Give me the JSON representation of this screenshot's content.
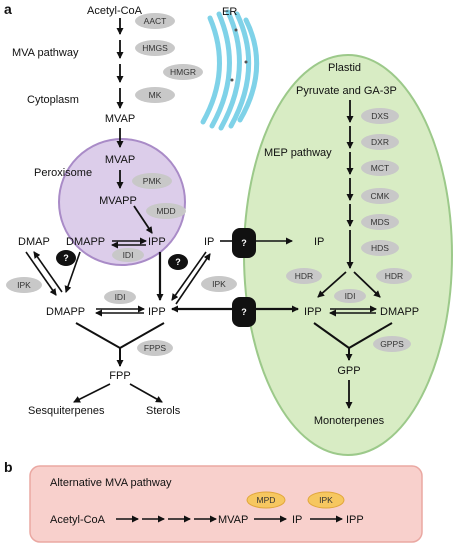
{
  "panel_a": "a",
  "panel_b": "b",
  "cytoplasm": {
    "compartment_label": "Cytoplasm",
    "pathway_label": "MVA pathway",
    "start": "Acetyl-CoA",
    "enzymes": [
      "AACT",
      "HMGS",
      "HMGR",
      "MK"
    ],
    "product": "MVAP"
  },
  "er": {
    "label": "ER",
    "color": "#7fd2e8"
  },
  "peroxisome": {
    "label": "Peroxisome",
    "color": "#dccdea",
    "mvap": "MVAP",
    "pmk": "PMK",
    "mvapp": "MVAPP",
    "mdd": "MDD",
    "dmapp": "DMAPP",
    "ipp": "IPP",
    "idi": "IDI"
  },
  "cytosol_lower": {
    "dmap": "DMAP",
    "ipk_left": "IPK",
    "dmapp": "DMAPP",
    "idi": "IDI",
    "ipp": "IPP",
    "ip": "IP",
    "ipk_right": "IPK",
    "fpps": "FPPS",
    "fpp": "FPP",
    "sesquiterpenes": "Sesquiterpenes",
    "sterols": "Sterols"
  },
  "transporters": [
    "?",
    "?",
    "?",
    "?"
  ],
  "plastid": {
    "label": "Plastid",
    "color": "#d8ecc4",
    "substrate": "Pyruvate and GA-3P",
    "pathway_label": "MEP pathway",
    "enzymes": [
      "DXS",
      "DXR",
      "MCT",
      "CMK",
      "MDS",
      "HDS"
    ],
    "ip": "IP",
    "hdr_left": "HDR",
    "hdr_right": "HDR",
    "idi": "IDI",
    "ipp": "IPP",
    "dmapp": "DMAPP",
    "gpps": "GPPS",
    "gpp": "GPP",
    "monoterpenes": "Monoterpenes"
  },
  "alt_pathway": {
    "title": "Alternative MVA pathway",
    "color": "#f8d0cc",
    "acetyl": "Acetyl-CoA",
    "mvap": "MVAP",
    "ip": "IP",
    "ipp": "IPP",
    "mpd": "MPD",
    "ipk": "IPK"
  },
  "colors": {
    "enzyme_fill": "#c8c8c8",
    "enzyme_highlight": "#f6c760",
    "transporter": "#111111"
  }
}
